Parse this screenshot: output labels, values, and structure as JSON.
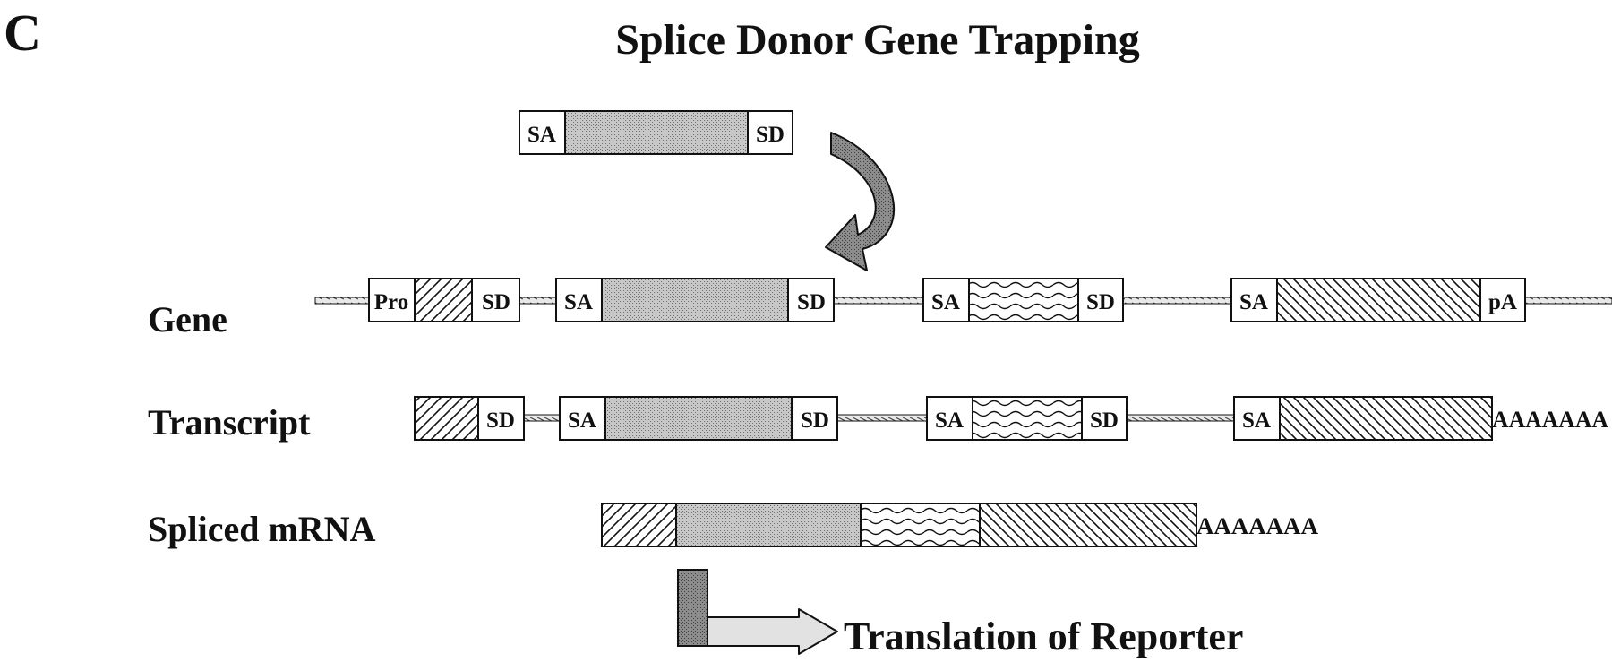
{
  "panel_letter": "C",
  "title": "Splice Donor Gene Trapping",
  "trap_vector": {
    "left": "SA",
    "right": "SD"
  },
  "rows": {
    "gene": {
      "label": "Gene",
      "promoter": "Pro",
      "exon1_sd": "SD",
      "exon2_sa": "SA",
      "exon2_sd": "SD",
      "exon3_sa": "SA",
      "exon3_sd": "SD",
      "exon4_sa": "SA",
      "exon4_pa": "pA"
    },
    "transcript": {
      "label": "Transcript",
      "exon1_sd": "SD",
      "exon2_sa": "SA",
      "exon2_sd": "SD",
      "exon3_sa": "SA",
      "exon3_sd": "SD",
      "exon4_sa": "SA",
      "polya": "AAAAAAA"
    },
    "spliced_mrna": {
      "label": "Spliced mRNA",
      "polya": "AAAAAAA"
    }
  },
  "translation_label": "Translation of Reporter",
  "colors": {
    "reporter_fill": "#c4c4c4",
    "arrow_fill": "#8a8a8a",
    "translation_arrow_light": "#d9d9d9",
    "ink": "#111111"
  }
}
